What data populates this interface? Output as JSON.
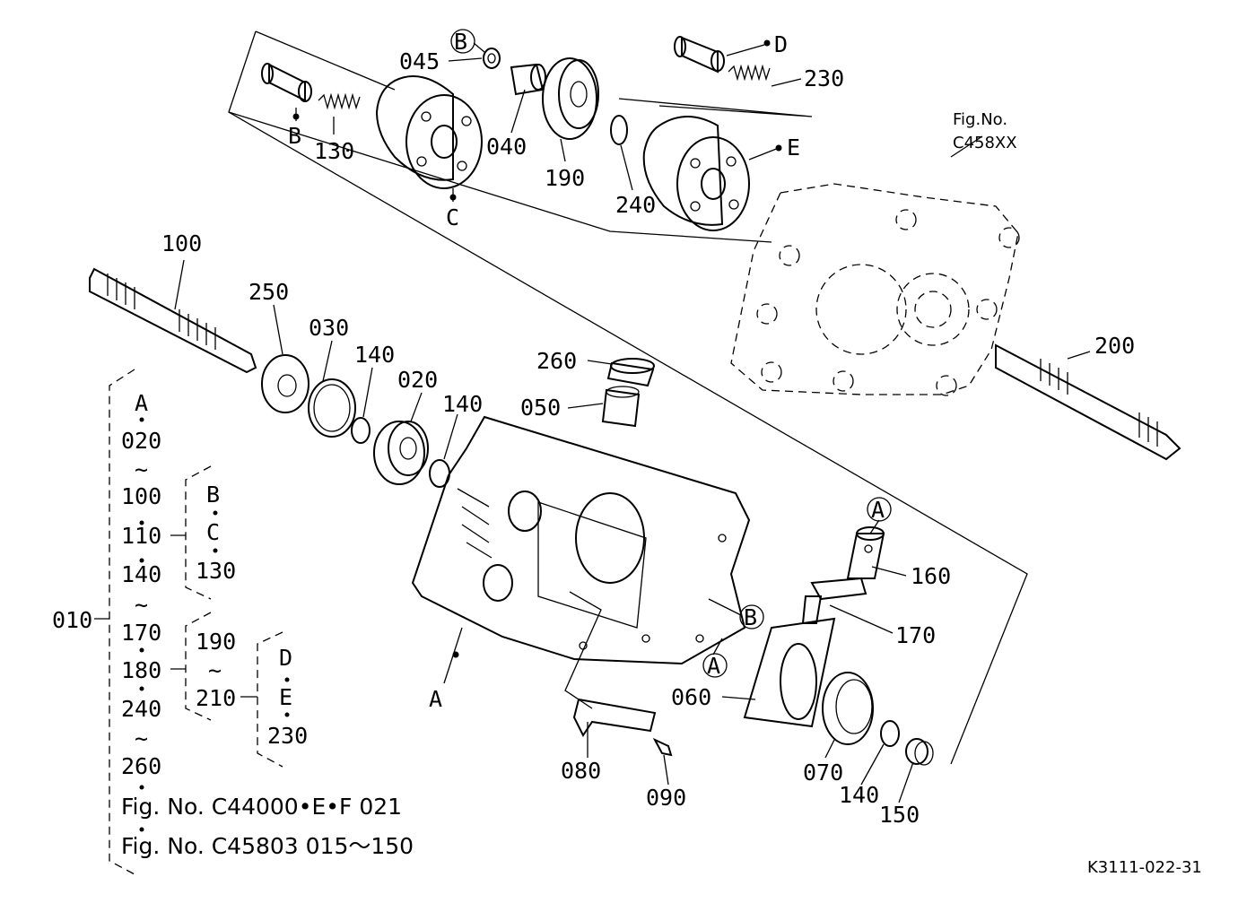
{
  "callouts": {
    "p045": "045",
    "p040": "040",
    "p190": "190",
    "p240a": "240",
    "p130": "130",
    "p230": "230",
    "p100": "100",
    "p250": "250",
    "p030": "030",
    "p140a": "140",
    "p020": "020",
    "p140b": "140",
    "p260": "260",
    "p050": "050",
    "p200": "200",
    "p160": "160",
    "p170": "170",
    "p060": "060",
    "p070": "070",
    "p140c": "140",
    "p150": "150",
    "p080": "080",
    "p090": "090",
    "refB1": "B",
    "refC": "C",
    "refD": "D",
    "refE": "E",
    "refA1": "A",
    "circB1": "B",
    "circB2": "B",
    "circA1": "A",
    "circA2": "A"
  },
  "fig_ref": {
    "line1": "Fig.No.",
    "line2": "C458XX"
  },
  "assembly": {
    "main": "010",
    "col1": [
      "A",
      "020",
      "~",
      "100",
      "110",
      "140",
      "~",
      "170",
      "180",
      "240",
      "~",
      "260"
    ],
    "col2a": [
      "B",
      "C",
      "130"
    ],
    "col2b": [
      "190",
      "~",
      "210"
    ],
    "col3": [
      "D",
      "E",
      "230"
    ],
    "note1": "Fig. No. C44000•E•F  021",
    "note2": "Fig. No. C45803  015～150"
  },
  "drawing_code": "K3111-022-31"
}
